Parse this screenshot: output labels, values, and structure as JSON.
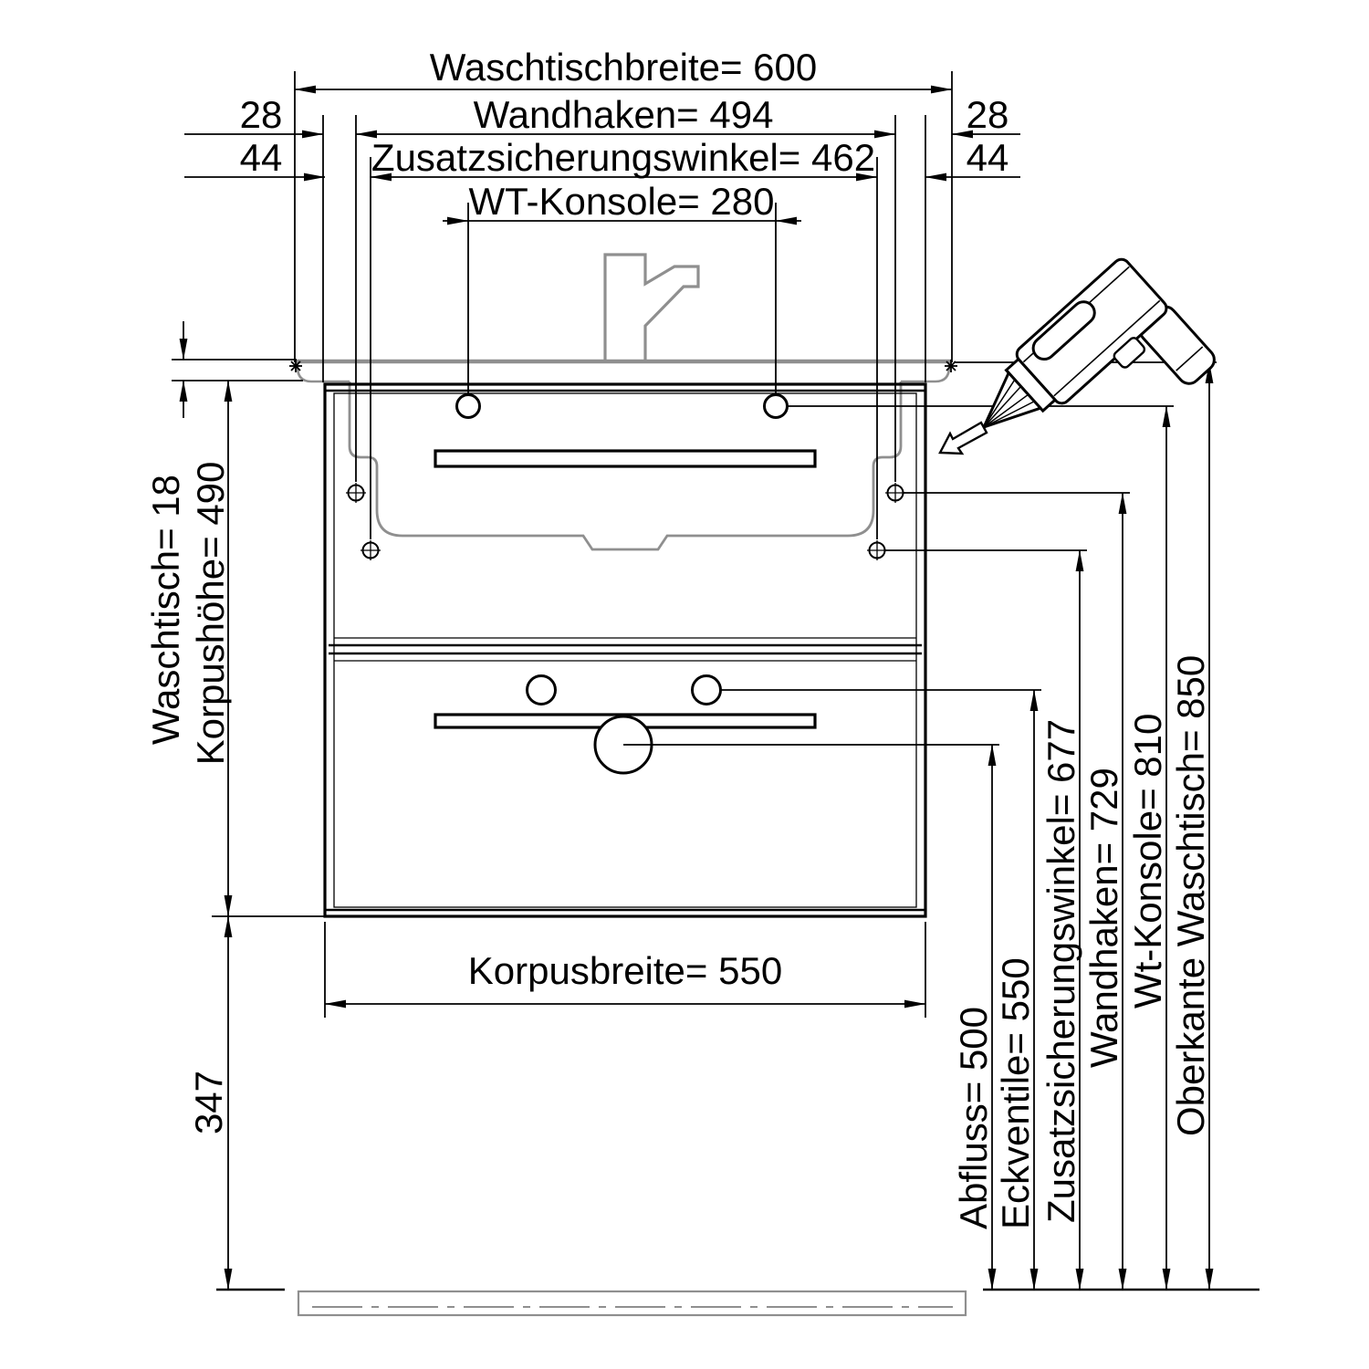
{
  "top_dimensions": {
    "waschtischbreite": "Waschtischbreite= 600",
    "offset_28_left": "28",
    "wandhaken": "Wandhaken= 494",
    "offset_28_right": "28",
    "offset_44_left": "44",
    "zusatzsicherungswinkel": "Zusatzsicherungswinkel= 462",
    "offset_44_right": "44",
    "wt_konsole": "WT-Konsole= 280"
  },
  "left_dimensions": {
    "waschtisch": "Waschtisch= 18",
    "korpushoehe": "Korpushöhe= 490",
    "sockel_abstand": "347"
  },
  "bottom_dimensions": {
    "korpusbreite": "Korpusbreite= 550"
  },
  "right_dimensions": {
    "abfluss": "Abfluss= 500",
    "eckventile": "Eckventile= 550",
    "zusatzsicherungswinkel": "Zusatzsicherungswinkel= 677",
    "wandhaken": "Wandhaken= 729",
    "wt_konsole": "Wt-Konsole= 810",
    "oberkante_waschtisch": "Oberkante Waschtisch= 850"
  },
  "colors": {
    "line": "#000000",
    "secondary_outline": "#8f8f8f",
    "background": "#ffffff"
  }
}
